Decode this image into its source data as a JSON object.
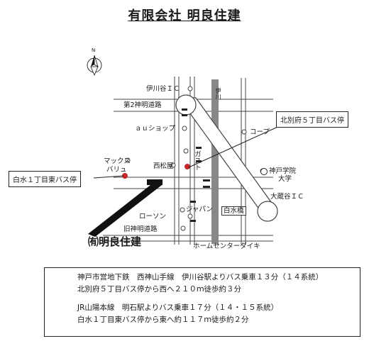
{
  "title": "有限会社 明良住建",
  "compass": {
    "north_label": "N"
  },
  "roads": {
    "route2": "第2神明道路",
    "old_route": "旧神明道路",
    "river": "伊川"
  },
  "landmarks": {
    "ikawadani_ic": "伊川谷ＩＣ",
    "au_shop": "ａｕショップ",
    "coop": "コープ",
    "max_valu_line1": "マックス",
    "max_valu_line2": "バリュ",
    "nishimatsuya": "西松屋",
    "gusto": "ガスト",
    "univ_line1": "神戸学院",
    "univ_line2": "大学",
    "okura_ic": "大蔵谷ＩＣ",
    "japan": "ジャパン",
    "shiramizu_bashi": "白水橋",
    "lawson": "ローソン",
    "home_center": "ホームセンターダイキ"
  },
  "callouts": {
    "kitabeppu": "北別府５丁目バス停",
    "shiramizu": "白水１丁目東バス停"
  },
  "company_mark": "㈲明良住建",
  "access": {
    "lines": [
      "神戸市営地下鉄　西神山手線　伊川谷駅よりバス乗車１３分（１４系統）",
      "北別府５丁目バス停から西へ２１０ｍ徒歩約３分",
      "JR山陽本線　明石駅よりバス乗車１７分（１４・１５系統）",
      "白水１丁目東バス停から東へ約１１７ｍ徒歩約２分"
    ]
  }
}
